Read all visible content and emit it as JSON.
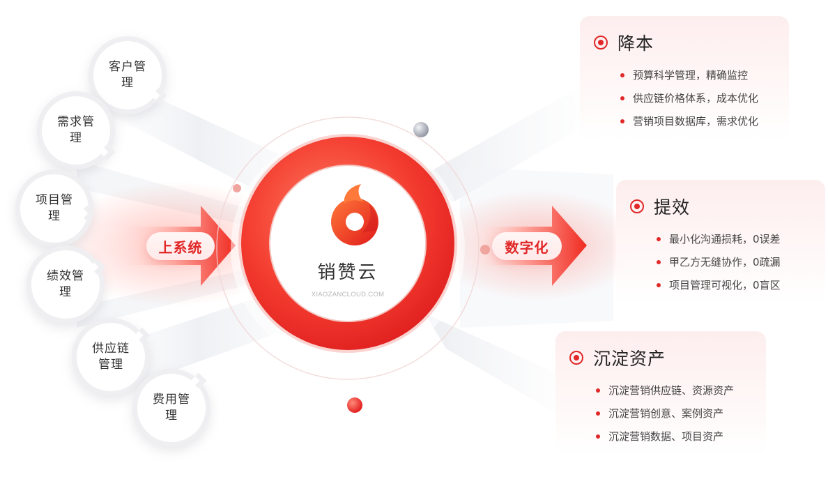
{
  "modules": [
    {
      "label": "客户管理"
    },
    {
      "label": "需求管理"
    },
    {
      "label": "项目管理"
    },
    {
      "label": "绩效管理"
    },
    {
      "label": "供应链管理"
    },
    {
      "label": "费用管理"
    }
  ],
  "left_arrow_label": "上系统",
  "right_arrow_label": "数字化",
  "brand": {
    "name": "销赞云",
    "url": "XIAOZANCLOUD.COM"
  },
  "cards": [
    {
      "title": "降本",
      "items": [
        "预算科学管理，精确监控",
        "供应链价格体系，成本优化",
        "营销项目数据库，需求优化"
      ]
    },
    {
      "title": "提效",
      "items": [
        "最小化沟通损耗，0误差",
        "甲乙方无缝协作，0疏漏",
        "项目管理可视化，0盲区"
      ]
    },
    {
      "title": "沉淀资产",
      "items": [
        "沉淀营销供应链、资源资产",
        "沉淀营销创意、案例资产",
        "沉淀营销数据、项目资产"
      ]
    }
  ],
  "colors": {
    "accent": "#e12727",
    "accent_light": "#ff6a5a",
    "bubble_ring": "#efeff2"
  }
}
